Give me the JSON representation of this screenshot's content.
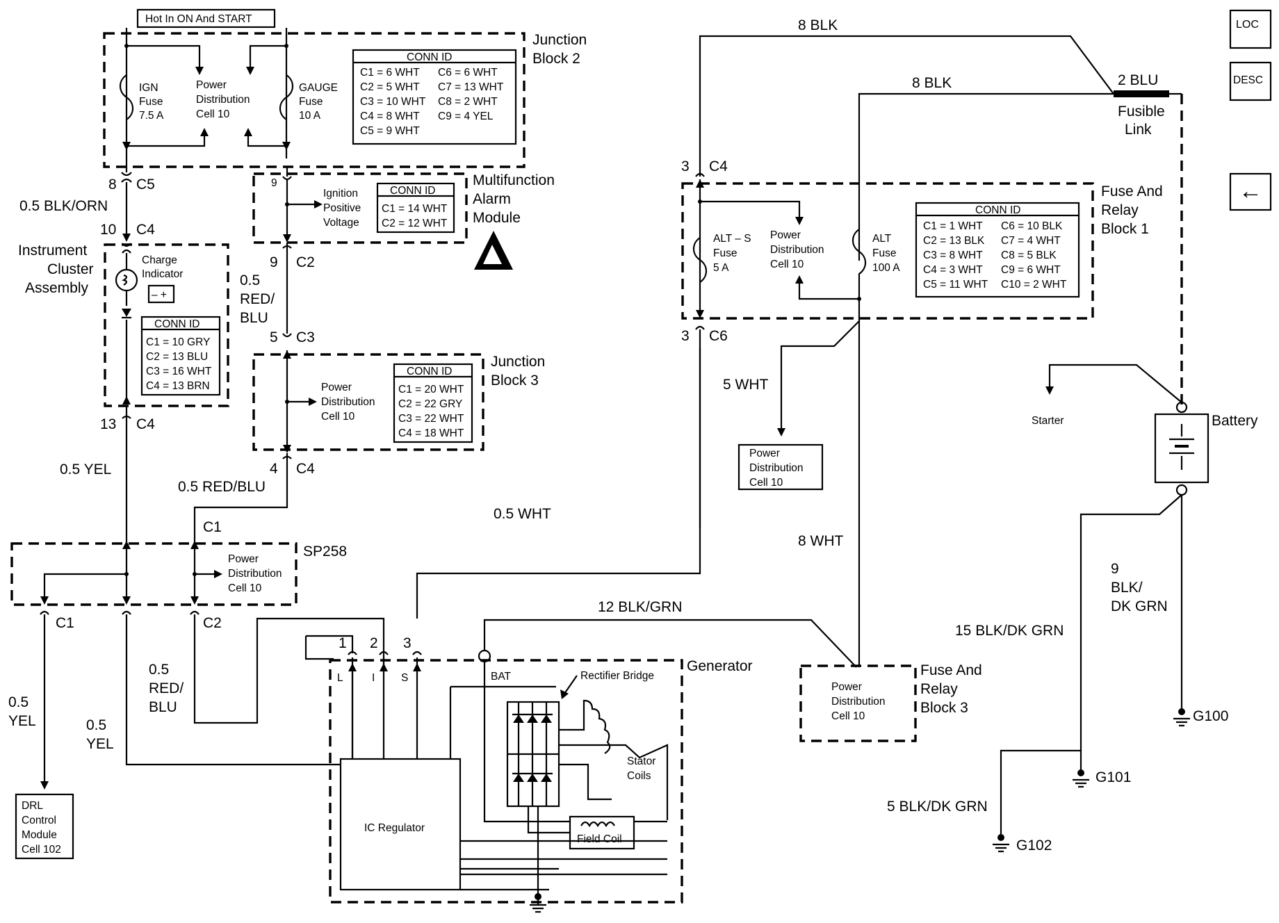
{
  "nav": {
    "loc": "LOC",
    "desc": "DESC",
    "back": "←"
  },
  "top_label": "Hot In ON And START",
  "jb2": {
    "title": [
      "Junction",
      "Block 2"
    ],
    "ign_fuse": [
      "IGN",
      "Fuse",
      "7.5 A"
    ],
    "pdc": [
      "Power",
      "Distribution",
      "Cell 10"
    ],
    "gauge_fuse": [
      "GAUGE",
      "Fuse",
      "10 A"
    ],
    "conn_header": "CONN ID",
    "conn": [
      [
        "C1 = 6 WHT",
        "C6 = 6 WHT"
      ],
      [
        "C2 = 5 WHT",
        "C7 = 13 WHT"
      ],
      [
        "C3 = 10 WHT",
        "C8 = 2 WHT"
      ],
      [
        "C4 = 8 WHT",
        "C9 = 4 YEL"
      ],
      [
        "C5 = 9 WHT",
        ""
      ]
    ]
  },
  "mfam": {
    "title": [
      "Multifunction",
      "Alarm",
      "Module"
    ],
    "ign_text": [
      "Ignition",
      "Positive",
      "Voltage"
    ],
    "conn_header": "CONN ID",
    "conn": [
      "C1 = 14 WHT",
      "C2 = 12 WHT"
    ]
  },
  "ic": {
    "title": [
      "Instrument",
      "Cluster",
      "Assembly"
    ],
    "charge": [
      "Charge",
      "Indicator"
    ],
    "conn_header": "CONN ID",
    "conn": [
      "C1 = 10 GRY",
      "C2 = 13 BLU",
      "C3 = 16 WHT",
      "C4 = 13 BRN"
    ]
  },
  "jb3": {
    "title": [
      "Junction",
      "Block 3"
    ],
    "pdc": [
      "Power",
      "Distribution",
      "Cell 10"
    ],
    "conn_header": "CONN ID",
    "conn": [
      "C1 = 20 WHT",
      "C2 = 22 GRY",
      "C3 = 22 WHT",
      "C4 = 18 WHT"
    ]
  },
  "sp258": {
    "title": "SP258",
    "pdc": [
      "Power",
      "Distribution",
      "Cell 10"
    ]
  },
  "drl": [
    "DRL",
    "Control",
    "Module",
    "Cell 102"
  ],
  "generator": {
    "title": "Generator",
    "terms": [
      "L",
      "I",
      "S",
      "BAT"
    ],
    "pins": [
      "1",
      "2",
      "3"
    ],
    "rectifier": "Rectifier Bridge",
    "stator": [
      "Stator",
      "Coils"
    ],
    "field": "Field Coil",
    "regulator": "IC Regulator"
  },
  "frb1": {
    "title": [
      "Fuse And",
      "Relay",
      "Block 1"
    ],
    "alts": [
      "ALT – S",
      "Fuse",
      "5 A"
    ],
    "pdc": [
      "Power",
      "Distribution",
      "Cell 10"
    ],
    "alt": [
      "ALT",
      "Fuse",
      "100 A"
    ],
    "conn_header": "CONN ID",
    "conn": [
      [
        "C1 = 1 WHT",
        "C6 = 10 BLK"
      ],
      [
        "C2 = 13 BLK",
        "C7 = 4 WHT"
      ],
      [
        "C3 = 8 WHT",
        "C8 = 5 BLK"
      ],
      [
        "C4 = 3 WHT",
        "C9 = 6 WHT"
      ],
      [
        "C5 = 11 WHT",
        "C10 = 2 WHT"
      ]
    ]
  },
  "pdc10": [
    "Power",
    "Distribution",
    "Cell 10"
  ],
  "frb3": {
    "title": [
      "Fuse And",
      "Relay",
      "Block 3"
    ],
    "pdc": [
      "Power",
      "Distribution",
      "Cell 10"
    ]
  },
  "fusible": {
    "wire": "2 BLU",
    "name": [
      "Fusible",
      "Link"
    ]
  },
  "battery": "Battery",
  "starter": "Starter",
  "grounds": [
    "G100",
    "G101",
    "G102"
  ],
  "wires": {
    "w8blk_top": "8 BLK",
    "w8blk_2": "8 BLK",
    "w05blkorn": "0.5 BLK/ORN",
    "w05redblu": [
      "0.5",
      "RED/",
      "BLU"
    ],
    "w05yel_main": "0.5 YEL",
    "w05redblu_b": "0.5 RED/BLU",
    "w05wht": "0.5 WHT",
    "w5wht": "5 WHT",
    "w8wht": "8 WHT",
    "w12blkgrn": "12 BLK/GRN",
    "w05yel_drl": [
      "0.5",
      "YEL"
    ],
    "w05redblu_gen": [
      "0.5",
      "RED/",
      "BLU"
    ],
    "w05yel_gen": [
      "0.5",
      "YEL"
    ],
    "w9blkdkgrn": [
      "9",
      "BLK/",
      "DK GRN"
    ],
    "w15blkdkgrn": "15 BLK/DK GRN",
    "w5blkdkgrn": "5 BLK/DK GRN"
  },
  "connectors": {
    "c5_pin": "8",
    "c5": "C5",
    "c4a_pin": "10",
    "c4a": "C4",
    "mf_pin": "9",
    "c2a_pin": "9",
    "c2a": "C2",
    "c3_pin": "5",
    "c3": "C3",
    "c4b_pin": "13",
    "c4b": "C4",
    "c4c_pin": "4",
    "c4c": "C4",
    "sp_c1": "C1",
    "sp_c1b": "C1",
    "sp_c2": "C2",
    "f_c4_pin": "3",
    "f_c4": "C4",
    "f_c6_pin": "3",
    "f_c6": "C6"
  }
}
